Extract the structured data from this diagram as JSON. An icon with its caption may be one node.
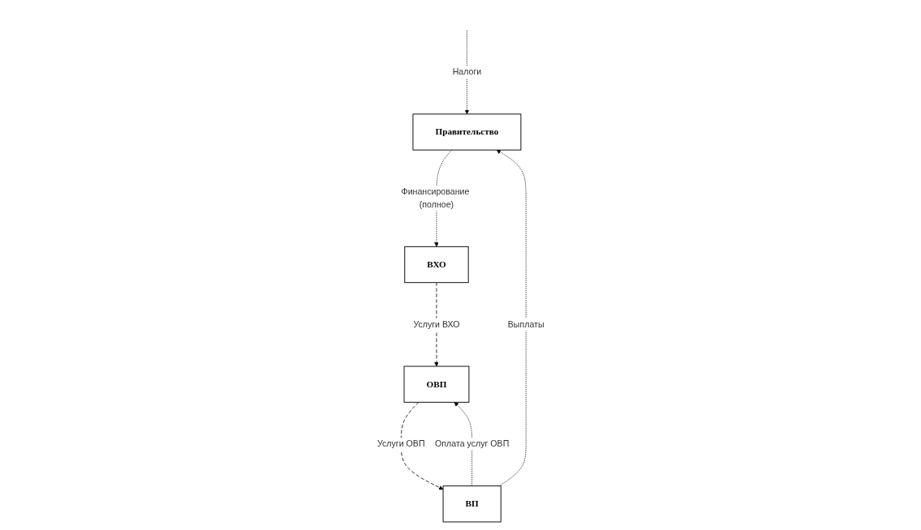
{
  "diagram": {
    "nodes": [
      {
        "text": [
          "Правительство"
        ]
      },
      {
        "text": [
          "ВП"
        ]
      },
      {
        "text": [
          "ВХО"
        ]
      },
      {
        "text": [
          "ОВП"
        ]
      }
    ],
    "edges": [
      {
        "from": null,
        "to": 0,
        "arrow": "to",
        "label": "Налоги"
      },
      {
        "from": 1,
        "to": 0,
        "arrow": "to",
        "label": "Выплаты"
      },
      {
        "from": 0,
        "to": 2,
        "arrow": "to",
        "label": "Финансирование (полное)"
      },
      {
        "from": 2,
        "to": 3,
        "arrow": "to",
        "label": "Услуги ВХО",
        "style": "dashed"
      },
      {
        "from": 3,
        "to": 1,
        "arrow": "to",
        "label": "Услуги ОВП",
        "style": "dashed"
      },
      {
        "from": 1,
        "to": 3,
        "arrow": "to",
        "label": "Оплата услуг ОВП"
      }
    ]
  }
}
